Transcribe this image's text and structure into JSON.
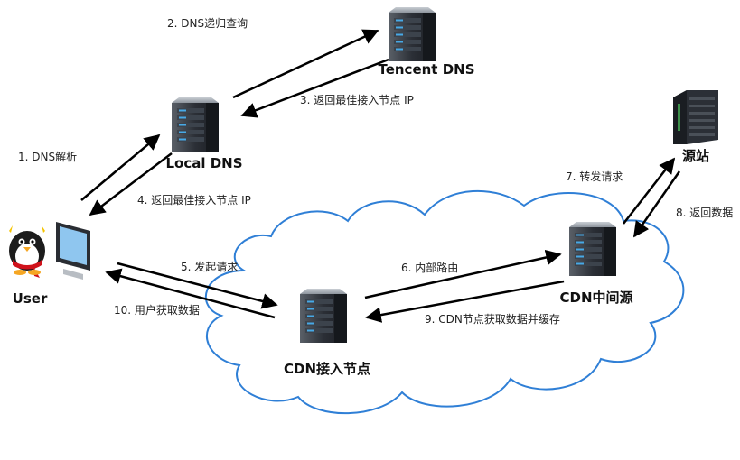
{
  "nodes": {
    "tencent_dns": "Tencent DNS",
    "local_dns": "Local DNS",
    "user": "User",
    "origin": "源站",
    "cdn_middle": "CDN中间源",
    "cdn_edge": "CDN接入节点"
  },
  "steps": {
    "s1": "1.   DNS解析",
    "s2": "2. DNS递归查询",
    "s3": "3. 返回最佳接入节点 IP",
    "s4": "4. 返回最佳接入节点 IP",
    "s5": "5. 发起请求",
    "s6": "6. 内部路由",
    "s7": "7. 转发请求",
    "s8": "8. 返回数据",
    "s9": "9. CDN节点获取数据并缓存",
    "s10": "10. 用户获取数据"
  },
  "colors": {
    "cloud_stroke": "#2f7fd6",
    "arrow": "#000000",
    "server_body": "#2b2f36",
    "server_light": "#47a9e6"
  }
}
